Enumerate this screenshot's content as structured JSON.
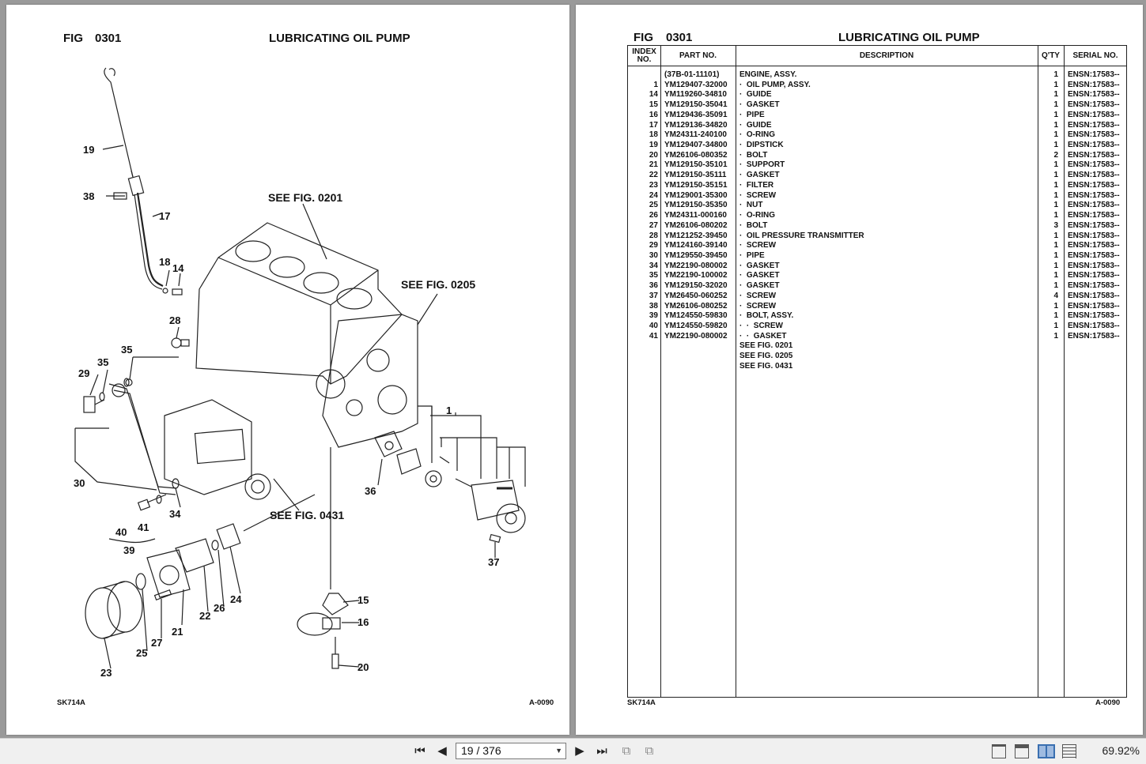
{
  "left_page": {
    "fig_label": "FIG",
    "fig_number": "0301",
    "title": "LUBRICATING OIL PUMP",
    "footer_left": "SK714A",
    "footer_right": "A-0090",
    "callouts": [
      "19",
      "38",
      "17",
      "18",
      "14",
      "28",
      "35",
      "35",
      "29",
      "30",
      "40",
      "41",
      "39",
      "34",
      "36",
      "1",
      "37",
      "24",
      "26",
      "22",
      "21",
      "27",
      "25",
      "23",
      "15",
      "16",
      "20"
    ],
    "references": [
      "SEE FIG. 0201",
      "SEE FIG. 0205",
      "SEE FIG. 0431"
    ]
  },
  "right_page": {
    "fig_label": "FIG",
    "fig_number": "0301",
    "title": "LUBRICATING OIL PUMP",
    "footer_left": "SK714A",
    "footer_right": "A-0090",
    "columns": {
      "index": "INDEX\nNO.",
      "part": "PART NO.",
      "description": "DESCRIPTION",
      "qty": "Q'TY",
      "serial": "SERIAL NO."
    },
    "rows": [
      {
        "index": "",
        "part": "(37B-01-11101)",
        "description": "ENGINE, ASSY.",
        "qty": "1",
        "serial": "ENSN:17583--"
      },
      {
        "index": "1",
        "part": "YM129407-32000",
        "description": "·  OIL PUMP, ASSY.",
        "qty": "1",
        "serial": "ENSN:17583--"
      },
      {
        "index": "14",
        "part": "YM119260-34810",
        "description": "·  GUIDE",
        "qty": "1",
        "serial": "ENSN:17583--"
      },
      {
        "index": "15",
        "part": "YM129150-35041",
        "description": "·  GASKET",
        "qty": "1",
        "serial": "ENSN:17583--"
      },
      {
        "index": "16",
        "part": "YM129436-35091",
        "description": "·  PIPE",
        "qty": "1",
        "serial": "ENSN:17583--"
      },
      {
        "index": "17",
        "part": "YM129136-34820",
        "description": "·  GUIDE",
        "qty": "1",
        "serial": "ENSN:17583--"
      },
      {
        "index": "18",
        "part": "YM24311-240100",
        "description": "·  O-RING",
        "qty": "1",
        "serial": "ENSN:17583--"
      },
      {
        "index": "19",
        "part": "YM129407-34800",
        "description": "·  DIPSTICK",
        "qty": "1",
        "serial": "ENSN:17583--"
      },
      {
        "index": "20",
        "part": "YM26106-080352",
        "description": "·  BOLT",
        "qty": "2",
        "serial": "ENSN:17583--"
      },
      {
        "index": "21",
        "part": "YM129150-35101",
        "description": "·  SUPPORT",
        "qty": "1",
        "serial": "ENSN:17583--"
      },
      {
        "index": "22",
        "part": "YM129150-35111",
        "description": "·  GASKET",
        "qty": "1",
        "serial": "ENSN:17583--"
      },
      {
        "index": "23",
        "part": "YM129150-35151",
        "description": "·  FILTER",
        "qty": "1",
        "serial": "ENSN:17583--"
      },
      {
        "index": "24",
        "part": "YM129001-35300",
        "description": "·  SCREW",
        "qty": "1",
        "serial": "ENSN:17583--"
      },
      {
        "index": "25",
        "part": "YM129150-35350",
        "description": "·  NUT",
        "qty": "1",
        "serial": "ENSN:17583--"
      },
      {
        "index": "26",
        "part": "YM24311-000160",
        "description": "·  O-RING",
        "qty": "1",
        "serial": "ENSN:17583--"
      },
      {
        "index": "27",
        "part": "YM26106-080202",
        "description": "·  BOLT",
        "qty": "3",
        "serial": "ENSN:17583--"
      },
      {
        "index": "28",
        "part": "YM121252-39450",
        "description": "·  OIL PRESSURE TRANSMITTER",
        "qty": "1",
        "serial": "ENSN:17583--"
      },
      {
        "index": "29",
        "part": "YM124160-39140",
        "description": "·  SCREW",
        "qty": "1",
        "serial": "ENSN:17583--"
      },
      {
        "index": "30",
        "part": "YM129550-39450",
        "description": "·  PIPE",
        "qty": "1",
        "serial": "ENSN:17583--"
      },
      {
        "index": "34",
        "part": "YM22190-080002",
        "description": "·  GASKET",
        "qty": "1",
        "serial": "ENSN:17583--"
      },
      {
        "index": "35",
        "part": "YM22190-100002",
        "description": "·  GASKET",
        "qty": "1",
        "serial": "ENSN:17583--"
      },
      {
        "index": "36",
        "part": "YM129150-32020",
        "description": "·  GASKET",
        "qty": "1",
        "serial": "ENSN:17583--"
      },
      {
        "index": "37",
        "part": "YM26450-060252",
        "description": "·  SCREW",
        "qty": "4",
        "serial": "ENSN:17583--"
      },
      {
        "index": "38",
        "part": "YM26106-080252",
        "description": "·  SCREW",
        "qty": "1",
        "serial": "ENSN:17583--"
      },
      {
        "index": "39",
        "part": "YM124550-59830",
        "description": "·  BOLT, ASSY.",
        "qty": "1",
        "serial": "ENSN:17583--"
      },
      {
        "index": "40",
        "part": "YM124550-59820",
        "description": "·  ·  SCREW",
        "qty": "1",
        "serial": "ENSN:17583--"
      },
      {
        "index": "41",
        "part": "YM22190-080002",
        "description": "·  ·  GASKET",
        "qty": "1",
        "serial": "ENSN:17583--"
      },
      {
        "index": "",
        "part": "",
        "description": "SEE FIG. 0201",
        "qty": "",
        "serial": ""
      },
      {
        "index": "",
        "part": "",
        "description": "SEE FIG. 0205",
        "qty": "",
        "serial": ""
      },
      {
        "index": "",
        "part": "",
        "description": "SEE FIG. 0431",
        "qty": "",
        "serial": ""
      }
    ]
  },
  "toolbar": {
    "page_indicator": "19 / 376",
    "zoom": "69.92%"
  }
}
